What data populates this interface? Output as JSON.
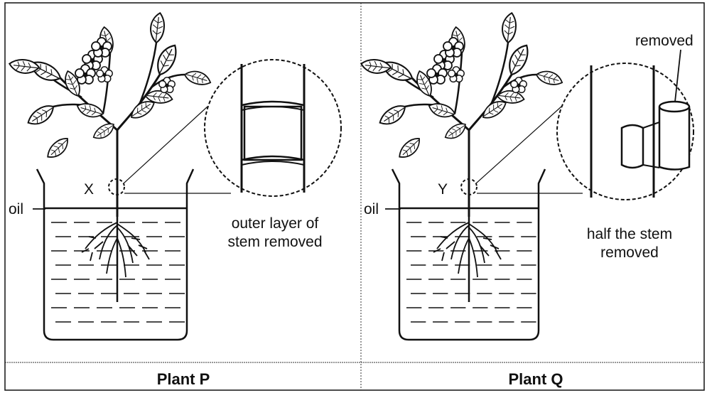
{
  "panels": [
    {
      "marker": "X",
      "oil_label": "oil",
      "annotation": [
        "outer layer of",
        "stem removed"
      ],
      "caption": "Plant P"
    },
    {
      "marker": "Y",
      "oil_label": "oil",
      "annotation": [
        "half the stem",
        "removed"
      ],
      "caption": "Plant Q",
      "callout": "removed"
    }
  ]
}
